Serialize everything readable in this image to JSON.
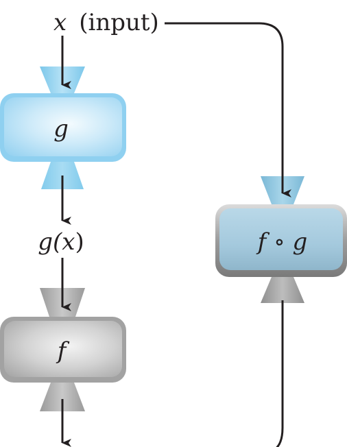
{
  "diagram": {
    "input_label": {
      "var": "x",
      "text": "(input)"
    },
    "machines": {
      "g": {
        "label": "g"
      },
      "f": {
        "label": "f"
      },
      "composite": {
        "label": "f ∘ g"
      }
    },
    "intermediate_label": {
      "pre": "g(",
      "var": "x",
      "post": ")"
    },
    "colors": {
      "blue_light": "#e6f6fd",
      "blue_mid": "#bfe6f8",
      "blue_dark": "#8fd0f0",
      "blue_funnel": "#86cceb",
      "grey_light": "#ececec",
      "grey_mid": "#cdcdcd",
      "grey_dark": "#a8a8a8",
      "grey_funnel": "#a9a9a9",
      "composite_blue": "#a8cde0",
      "composite_blue_dark": "#86b4cb",
      "line": "#231f20"
    }
  }
}
